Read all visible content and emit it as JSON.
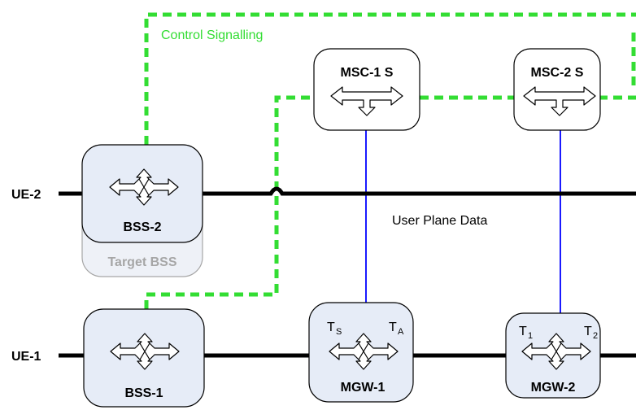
{
  "labels": {
    "control_signalling": "Control Signalling",
    "user_plane_data": "User Plane Data",
    "ue2": "UE-2",
    "ue1": "UE-1",
    "bss2": "BSS-2",
    "target_bss": "Target BSS",
    "bss1": "BSS-1",
    "msc1": "MSC-1 S",
    "msc2": "MSC-2 S",
    "mgw1": "MGW-1",
    "mgw2": "MGW-2",
    "ts_base": "T",
    "ts_sub": "S",
    "ta_base": "T",
    "ta_sub": "A",
    "t1_base": "T",
    "t1_sub": "1",
    "t2_base": "T",
    "t2_sub": "2"
  },
  "colors": {
    "control_signalling": "#33dd33",
    "signalling_link": "#1a1aff",
    "user_plane": "#000000",
    "node_fill": "#e6ecf7",
    "switch_node_fill": "#ffffff",
    "ghost_label": "#a6a6a6"
  }
}
